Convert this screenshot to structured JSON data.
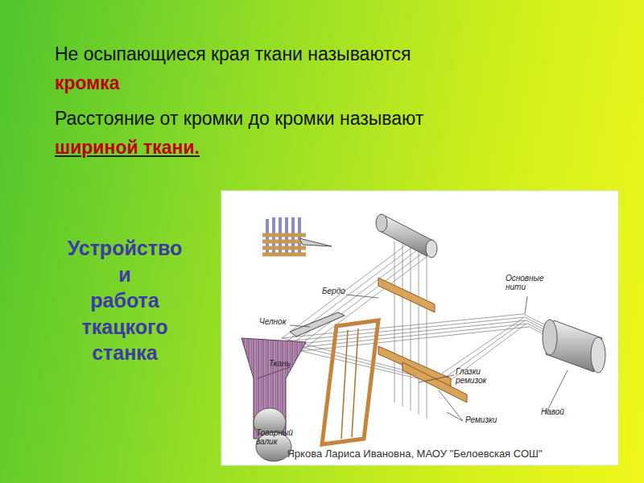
{
  "diagram": {
    "title": "Устройство и работа ткацкого станка",
    "labels": [
      "Не осыпающиеся края ткани называются",
      "кромка",
      "Расстояние от кромки до кромки называют",
      "шириной ткани.",
      "Бердо",
      "Челнок",
      "Ткань",
      "Основные нити",
      "Глазки ремизок",
      "Ремизки",
      "Навой",
      "Товарный валик",
      "Яркова Лариса Ивановна, МАОУ \"Белоевская СОШ\""
    ]
  }
}
